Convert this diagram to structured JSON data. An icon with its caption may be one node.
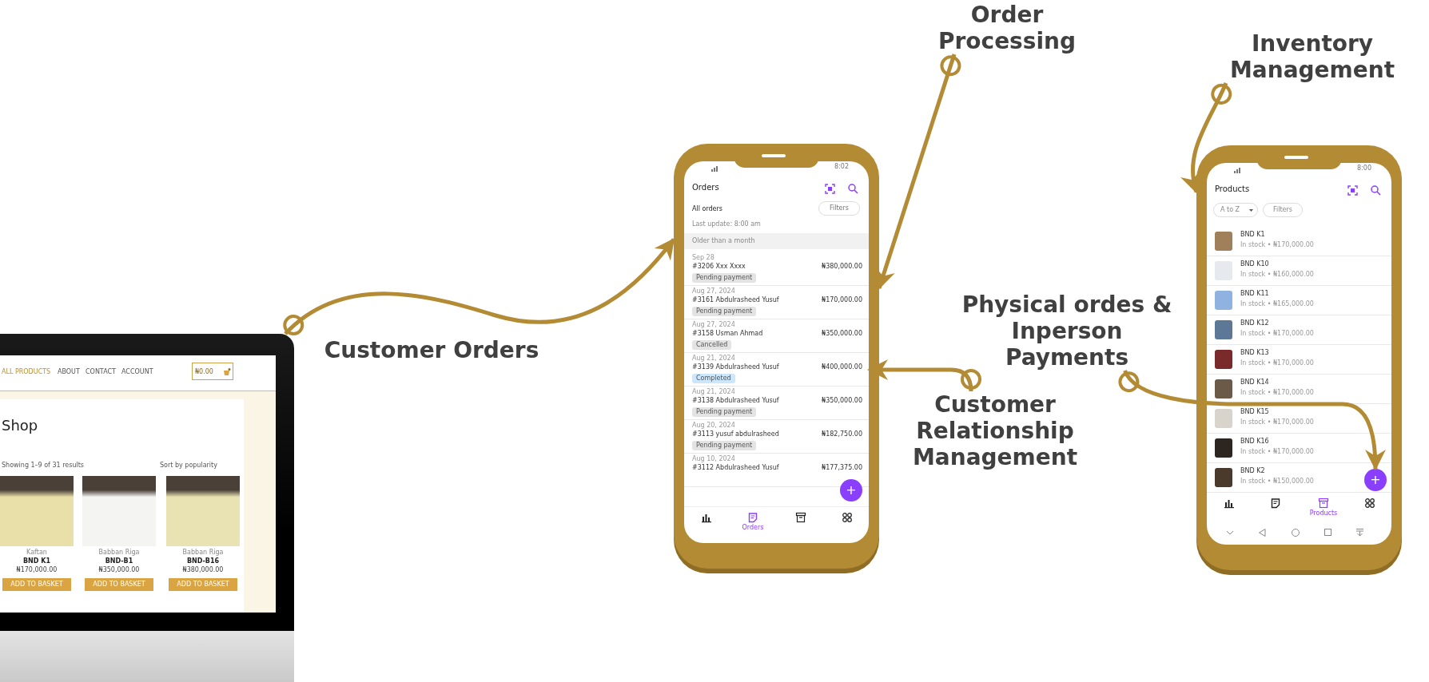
{
  "diagram": {
    "nodes": [
      {
        "text": [],
        "shape": "picture"
      },
      {
        "text": [
          "Order Processing"
        ]
      },
      {
        "text": [
          "Inventory Management"
        ]
      },
      {
        "text": [],
        "shape": "picture"
      },
      {
        "text": [
          "Aug 21, 2024",
          "#3139 Abdulrasheed Yusuf",
          "₦400,000.00",
          "Completed"
        ],
        "in": 3
      },
      {
        "text": [
          "+"
        ],
        "in": 3
      },
      {
        "text": [
          "Physical ordes & Inperson Payments"
        ]
      },
      {
        "text": [
          "Customer Relationship Management"
        ]
      },
      {
        "text": [],
        "shape": "picture"
      },
      {
        "text": [
          "+"
        ],
        "in": 8
      }
    ],
    "edges": [
      {
        "from": 0,
        "to": 3,
        "arrow": "to",
        "label": "Customer Orders"
      },
      {
        "from": 1,
        "to": 3,
        "arrow": "to"
      },
      {
        "from": 2,
        "to": 8,
        "arrow": "to"
      },
      {
        "from": 7,
        "to": 4,
        "arrow": "to"
      },
      {
        "from": 6,
        "to": 9,
        "arrow": "to"
      }
    ],
    "labels": [
      "ALL PRODUCTS",
      "ABOUT",
      "CONTACT",
      "ACCOUNT",
      "₦0.00",
      "Shop",
      "Showing 1–9 of 31 results",
      "Sort by popularity",
      "Kaftan",
      "BND K1",
      "₦170,000.00",
      "ADD TO BASKET",
      "Babban Riga",
      "BND-B1",
      "₦350,000.00",
      "ADD TO BASKET",
      "Babban Riga",
      "BND-B16",
      "₦380,000.00",
      "ADD TO BASKET",
      "8:02",
      "Orders",
      "All orders",
      "Filters",
      "Last update: 8:00 am",
      "Older than a month",
      "Sep 28",
      "#3206 Xxx Xxxx",
      "₦380,000.00",
      "Pending payment",
      "Aug 27, 2024",
      "#3161 Abdulrasheed Yusuf",
      "₦170,000.00",
      "Pending payment",
      "Aug 27, 2024",
      "#3158 Usman Ahmad",
      "₦350,000.00",
      "Cancelled",
      "Aug 21, 2024",
      "#3138 Abdulrasheed Yusuf",
      "₦350,000.00",
      "Pending payment",
      "Aug 20, 2024",
      "#3113 yusuf abdulrasheed",
      "₦182,750.00",
      "Pending payment",
      "Aug 10, 2024",
      "#3112 Abdulrasheed Yusuf",
      "₦177,375.00",
      "Orders",
      "8:00",
      "Products",
      "A to Z",
      "Filters",
      "BND K1",
      "In stock • ₦170,000.00",
      "BND K10",
      "In stock • ₦160,000.00",
      "BND K11",
      "In stock • ₦165,000.00",
      "BND K12",
      "In stock • ₦170,000.00",
      "BND K13",
      "In stock • ₦170,000.00",
      "BND K14",
      "In stock • ₦170,000.00",
      "BND K15",
      "In stock • ₦170,000.00",
      "BND K16",
      "In stock • ₦170,000.00",
      "BND K2",
      "In stock • ₦150,000.00",
      "Products"
    ]
  }
}
